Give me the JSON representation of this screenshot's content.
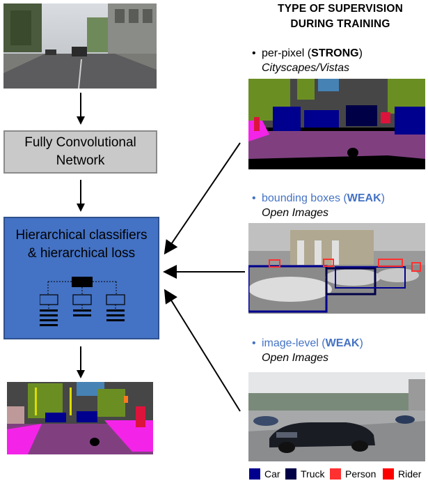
{
  "left": {
    "fcn_line1": "Fully Convolutional",
    "fcn_line2": "Network",
    "hier_line1": "Hierarchical classifiers",
    "hier_line2": "& hierarchical loss"
  },
  "right": {
    "header_line1": "TYPE OF SUPERVISION",
    "header_line2": "DURING TRAINING",
    "items": [
      {
        "bullet": "•",
        "label": "per-pixel (",
        "strength": "STRONG",
        "close": ")",
        "source": "Cityscapes/Vistas"
      },
      {
        "bullet": "•",
        "label": "bounding boxes (",
        "strength": "WEAK",
        "close": ")",
        "source": "Open Images"
      },
      {
        "bullet": "•",
        "label": "image-level (",
        "strength": "WEAK",
        "close": ")",
        "source": "Open Images"
      }
    ]
  },
  "legend": [
    {
      "label": "Car",
      "color": "#00008e"
    },
    {
      "label": "Truck",
      "color": "#000046"
    },
    {
      "label": "Person",
      "color": "#ff3030"
    },
    {
      "label": "Rider",
      "color": "#ff0000"
    }
  ],
  "colors": {
    "accent_blue": "#4472c4",
    "fcn_gray": "#c9c9c9"
  }
}
